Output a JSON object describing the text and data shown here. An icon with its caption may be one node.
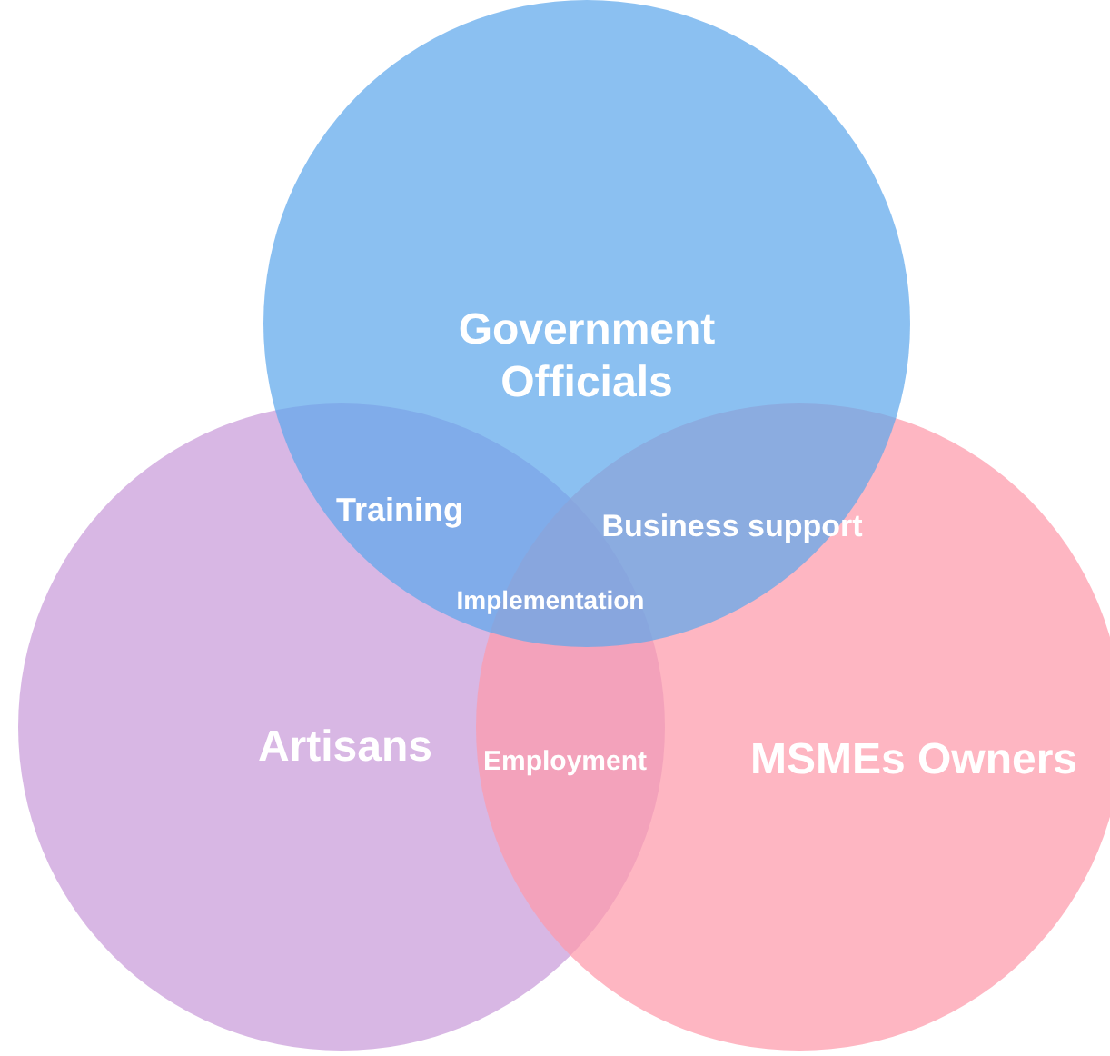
{
  "diagram": {
    "nodes": [
      {
        "text": [
          "Government Officials"
        ]
      },
      {
        "text": [
          "Artisans"
        ]
      },
      {
        "text": [
          "MSMEs Owners"
        ]
      }
    ],
    "labels": [
      "Training",
      "Business support",
      "Implementation",
      "Employment"
    ]
  }
}
